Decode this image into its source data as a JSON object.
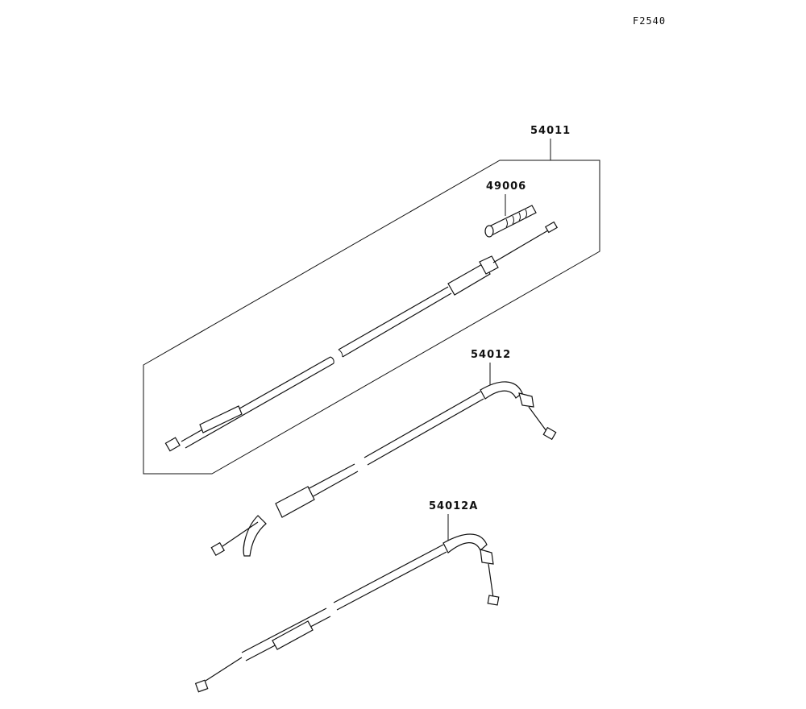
{
  "diagram": {
    "figure_code": "F2540",
    "parts": [
      {
        "number": "54011"
      },
      {
        "number": "49006"
      },
      {
        "number": "54012"
      },
      {
        "number": "54012A"
      }
    ]
  }
}
